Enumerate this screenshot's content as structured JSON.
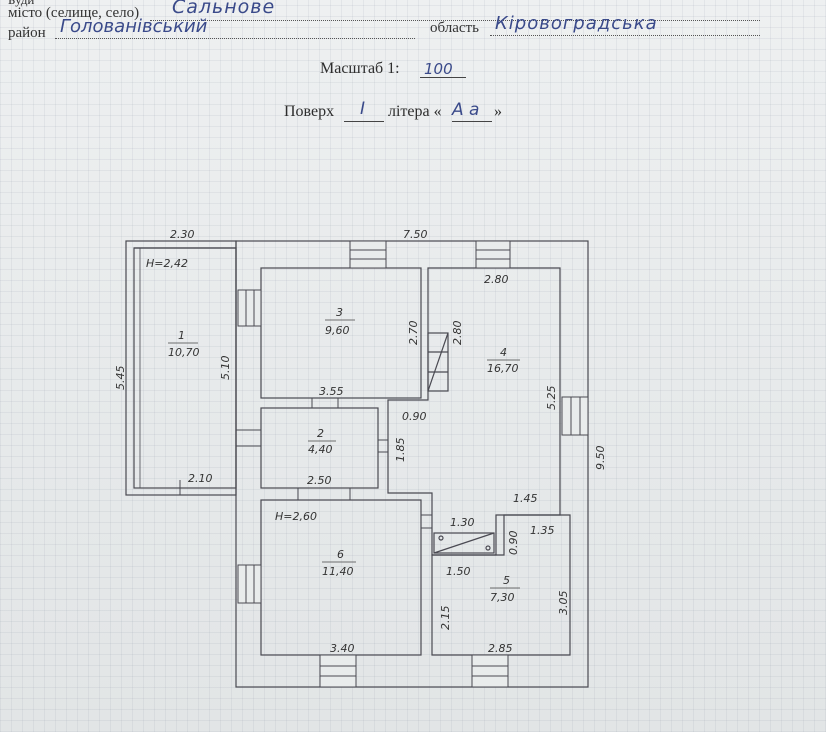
{
  "header": {
    "building_prefix": "Буди",
    "city_label": "місто (селище, село)",
    "city_value": "Сальнове",
    "district_label": "район",
    "district_value": "Голованівський",
    "region_label": "область",
    "region_value": "Кіровоградська"
  },
  "scale": {
    "label": "Масштаб 1:",
    "value": "100"
  },
  "floor": {
    "label": "Поверх",
    "value": "I",
    "letter_label": "літера «",
    "letter_value": "А а",
    "letter_close": "»"
  },
  "plan": {
    "dims": {
      "top_left": "2.30",
      "top_total": "7.50",
      "right_total": "9.50",
      "left_total": "5.45",
      "room1_height": "5.10",
      "room1_bottom": "2.10",
      "room1_ceiling": "H=2,42",
      "room3_bottom": "3.55",
      "room3_right": "2.70",
      "room4_top": "2.80",
      "room4_left": "2.80",
      "room4_right": "5.25",
      "room2_right": "0.90",
      "room2_side": "1.85",
      "room2_bottom": "2.50",
      "room4_bottom": "1.45",
      "step1": "1.30",
      "step2": "0.90",
      "step3": "1.35",
      "room5_top": "1.50",
      "room5_left": "2.15",
      "room5_right": "3.05",
      "room5_bottom": "2.85",
      "room6_bottom": "3.40",
      "room6_ceiling": "H=2,60"
    },
    "rooms": [
      {
        "num": "1",
        "area": "10,70"
      },
      {
        "num": "2",
        "area": "4,40"
      },
      {
        "num": "3",
        "area": "9,60"
      },
      {
        "num": "4",
        "area": "16,70"
      },
      {
        "num": "5",
        "area": "7,30"
      },
      {
        "num": "6",
        "area": "11,40"
      }
    ]
  }
}
